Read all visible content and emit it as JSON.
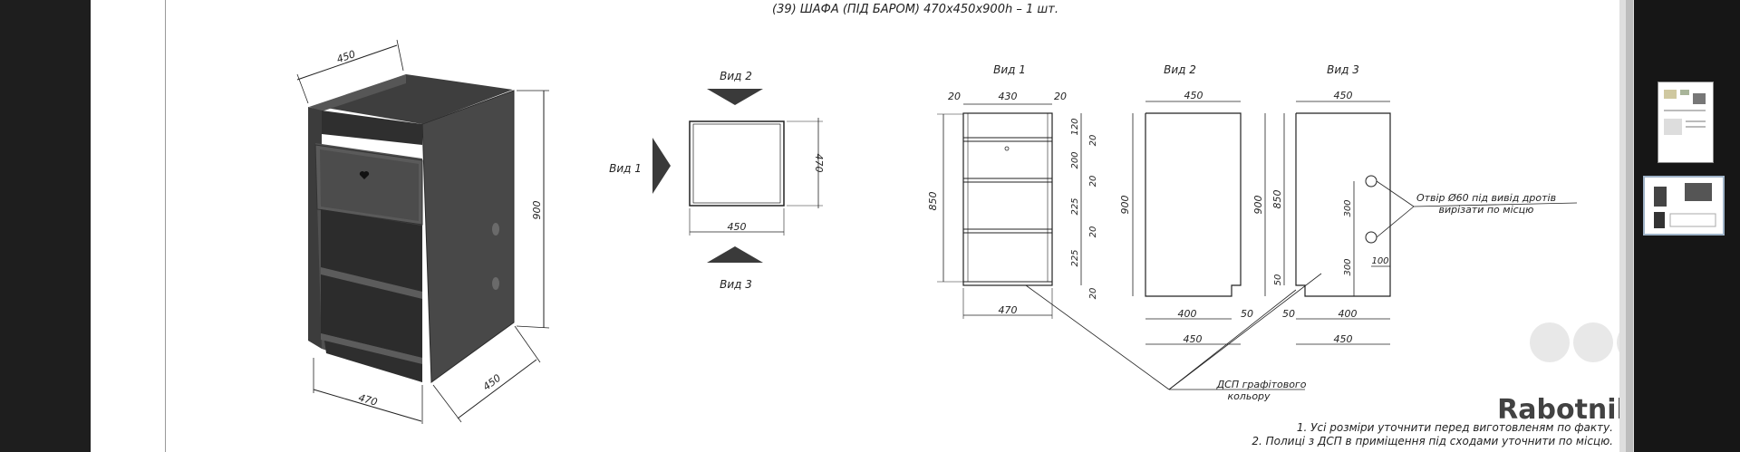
{
  "title": "(39) ШАФА (ПІД БАРОМ) 470x450x900h – 1 шт.",
  "iso_dims": {
    "top_width": "450",
    "height": "900",
    "bottom_front": "470",
    "bottom_side": "450"
  },
  "plan": {
    "view2": "Вид 2",
    "view1": "Вид 1",
    "view3": "Вид 3",
    "width": "450",
    "depth": "470"
  },
  "view1": {
    "label": "Вид 1",
    "left_thk": "20",
    "inner": "430",
    "right_thk": "20",
    "height": "850",
    "bottom_width": "470",
    "shelves": [
      "120",
      "200",
      "225",
      "225"
    ],
    "thk": [
      "20",
      "20",
      "20",
      "20"
    ]
  },
  "view2": {
    "label": "Вид 2",
    "top": "450",
    "height": "900",
    "base": "400",
    "plinth": "50",
    "bottom": "450"
  },
  "view3": {
    "label": "Вид 3",
    "top": "450",
    "height_total": "900",
    "height_body": "850",
    "plinth_h": "50",
    "hole_upper": "300",
    "hole_lower": "300",
    "hole_offset": "100",
    "base_left": "50",
    "base": "400",
    "bottom": "450",
    "note_line1": "Отвір Ø60 під вивід дротів",
    "note_line2": "вирізати по місцю"
  },
  "material": {
    "line1": "ДСП графітового",
    "line2": "кольору"
  },
  "notes": [
    "1. Усі розміри уточнити перед виготовленям по факту.",
    "2. Полиці з ДСП в приміщення під сходами уточнити по місцю."
  ],
  "watermark": "Rabotniki.UA",
  "colors": {
    "cabinet": "#4a4a4a",
    "cabinet_dark": "#3a3a3a",
    "line": "#222222",
    "panel_bg": "#161616"
  }
}
